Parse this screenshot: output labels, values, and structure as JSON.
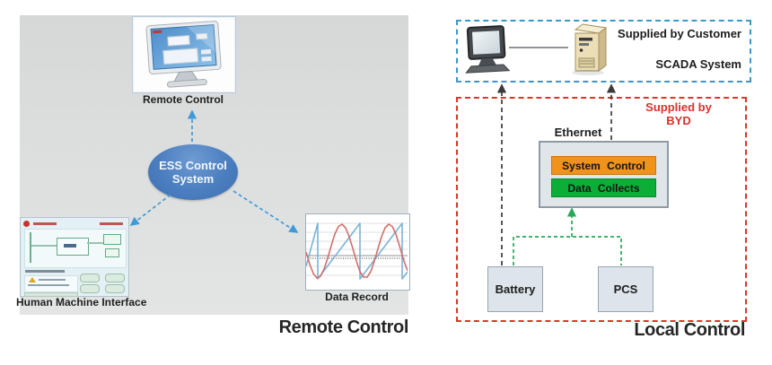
{
  "diagram": {
    "remote": {
      "panel_title": "Remote Control",
      "monitor_label": "Remote Control",
      "ess_line1": "ESS Control",
      "ess_line2": "System",
      "hmi_label": "Human Machine Interface",
      "chart_label": "Data Record"
    },
    "local": {
      "panel_title": "Local Control",
      "supplied_customer": "Supplied by Customer",
      "scada_label": "SCADA System",
      "supplied_byd_line1": "Supplied by",
      "supplied_byd_line2": "BYD",
      "ethernet_label": "Ethernet",
      "system_control_label": "System Control",
      "data_collects_label": "Data Collects",
      "battery_label": "Battery",
      "pcs_label": "PCS"
    },
    "colors": {
      "ess_ellipse_blue": "#4b7ec0",
      "arrow_blue": "#3f9bd8",
      "scada_border_blue": "#3b97c9",
      "byd_border_red": "#dd3628",
      "byd_text_red": "#d8322b",
      "system_control_orange": "#f0931d",
      "data_collects_green": "#0cae38",
      "green_dash": "#2aa85c",
      "black_dash": "#3a3a3a",
      "wave_red": "#d0706c",
      "wave_blue": "#7ab4d8"
    }
  }
}
